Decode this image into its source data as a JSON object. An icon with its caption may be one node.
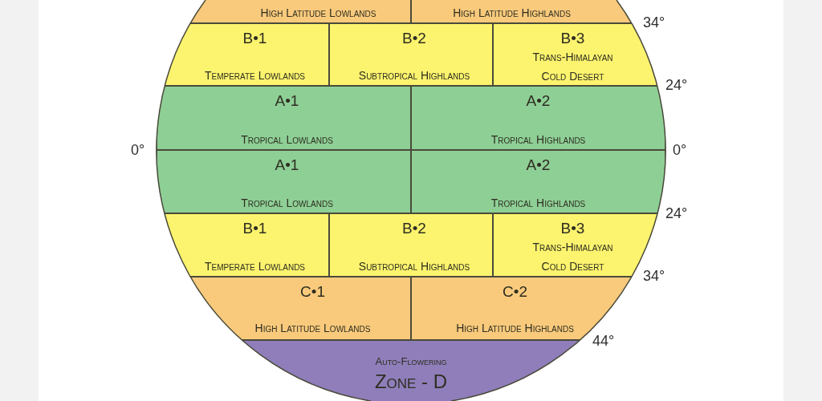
{
  "diagram": {
    "nodes": [
      {
        "text": [
          "High Latitude Lowlands"
        ]
      },
      {
        "text": [
          "High Latitude Highlands"
        ]
      },
      {
        "text": [
          "B•1",
          "Temperate Lowlands"
        ]
      },
      {
        "text": [
          "B•2",
          "Subtropical Highlands"
        ]
      },
      {
        "text": [
          "B•3",
          "Trans-Himalayan Cold Desert"
        ]
      },
      {
        "text": [
          "A•1",
          "Tropical Lowlands"
        ]
      },
      {
        "text": [
          "A•2",
          "Tropical Highlands"
        ]
      },
      {
        "text": [
          "A•1",
          "Tropical Lowlands"
        ]
      },
      {
        "text": [
          "A•2",
          "Tropical Highlands"
        ]
      },
      {
        "text": [
          "B•1",
          "Temperate Lowlands"
        ]
      },
      {
        "text": [
          "B•2",
          "Subtropical Highlands"
        ]
      },
      {
        "text": [
          "B•3",
          "Trans-Himalayan Cold Desert"
        ]
      },
      {
        "text": [
          "C•1",
          "High Latitude Lowlands"
        ]
      },
      {
        "text": [
          "C•2",
          "High Latitude Highlands"
        ]
      },
      {
        "text": [
          "Auto-Flowering",
          "Zone - D"
        ]
      }
    ],
    "labels": [
      "34°",
      "24°",
      "0°",
      "0°",
      "24°",
      "34°",
      "44°"
    ]
  }
}
